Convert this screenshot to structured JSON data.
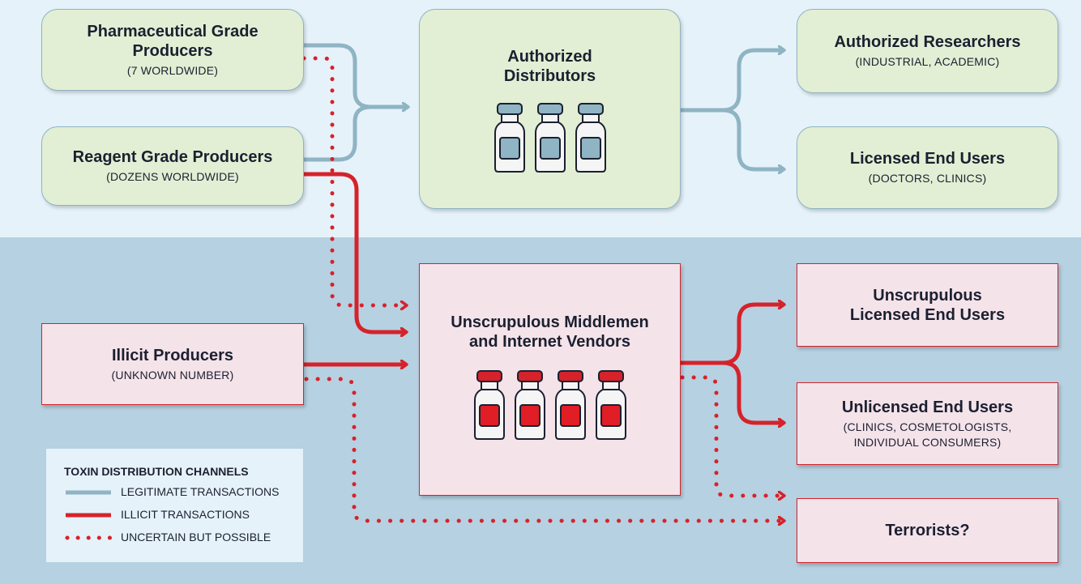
{
  "nodes": {
    "pharma": {
      "title": "Pharmaceutical Grade\nProducers",
      "sub": "(7 WORLDWIDE)"
    },
    "reagent": {
      "title": "Reagent Grade Producers",
      "sub": "(DOZENS WORLDWIDE)"
    },
    "illicit_producers": {
      "title": "Illicit Producers",
      "sub": "(UNKNOWN NUMBER)"
    },
    "authorized_distributors": {
      "title": "Authorized\nDistributors"
    },
    "middlemen": {
      "title": "Unscrupulous Middlemen\nand Internet Vendors"
    },
    "authorized_researchers": {
      "title": "Authorized Researchers",
      "sub": "(INDUSTRIAL, ACADEMIC)"
    },
    "licensed_end_users": {
      "title": "Licensed End Users",
      "sub": "(DOCTORS, CLINICS)"
    },
    "unscrupulous_licensed": {
      "title": "Unscrupulous\nLicensed End Users"
    },
    "unlicensed_end_users": {
      "title": "Unlicensed End Users",
      "sub": "(CLINICS, COSMETOLOGISTS,\nINDIVIDUAL CONSUMERS)"
    },
    "terrorists": {
      "title": "Terrorists?"
    }
  },
  "legend": {
    "title": "TOXIN DISTRIBUTION CHANNELS",
    "items": [
      {
        "label": "LEGITIMATE TRANSACTIONS",
        "style": "legitimate"
      },
      {
        "label": "ILLICIT TRANSACTIONS",
        "style": "illicit"
      },
      {
        "label": "UNCERTAIN BUT POSSIBLE",
        "style": "uncertain"
      }
    ]
  },
  "colors": {
    "legitimate": "#8fb4c4",
    "illicit": "#d6222a",
    "top_band": "#e6f2fa",
    "bottom_band": "#b6d1e1",
    "legit_box_fill": "#e2efd4",
    "illicit_box_fill": "#f5e3ea"
  },
  "icons": {
    "authorized_vials": "blue-vial-icon",
    "illicit_vials": "red-vial-icon"
  }
}
